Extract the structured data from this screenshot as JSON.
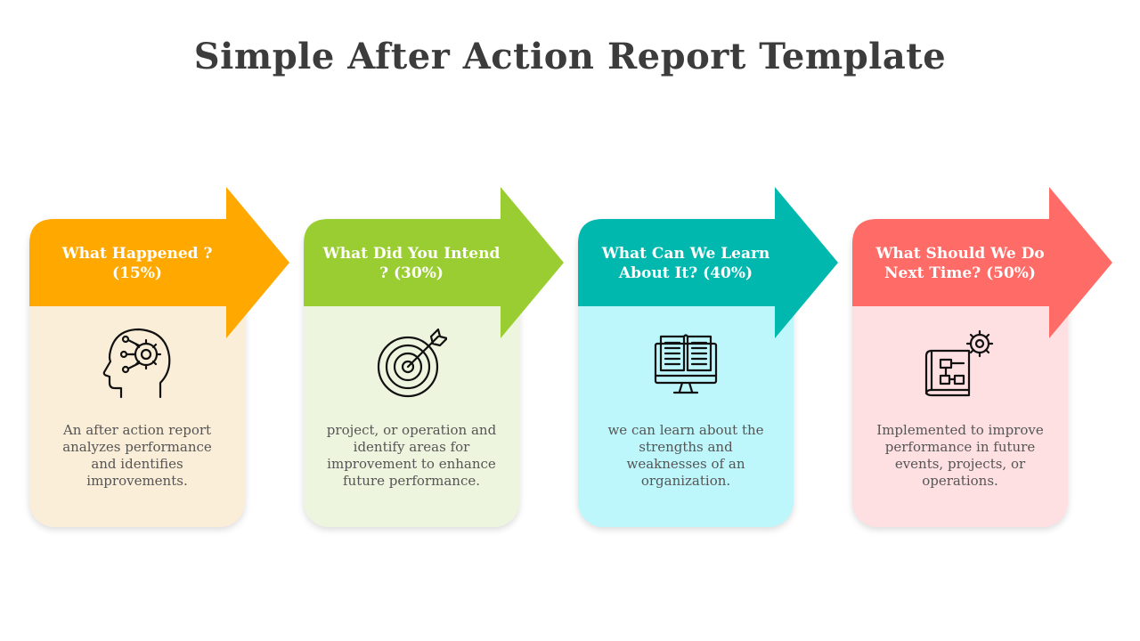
{
  "title": "Simple After Action Report Template",
  "steps": [
    {
      "heading": "What Happened ? (15%)",
      "description": "An after action report analyzes performance and identifies improvements.",
      "icon": "head-gear-icon",
      "accent": "#FFA800",
      "tint": "#FBEED8"
    },
    {
      "heading": "What Did You Intend ? (30%)",
      "description": "project, or operation and identify areas for improvement to enhance future performance.",
      "icon": "target-icon",
      "accent": "#9ACD32",
      "tint": "#EEF5DE"
    },
    {
      "heading": "What Can We Learn About It? (40%)",
      "description": "we can learn about the strengths and weaknesses of an organization.",
      "icon": "book-monitor-icon",
      "accent": "#00B8AE",
      "tint": "#BDF7FB"
    },
    {
      "heading": "What Should We Do Next Time? (50%)",
      "description": "Implemented to improve performance in future events, projects, or operations.",
      "icon": "blueprint-gear-icon",
      "accent": "#FF6B66",
      "tint": "#FFE0E2"
    }
  ]
}
